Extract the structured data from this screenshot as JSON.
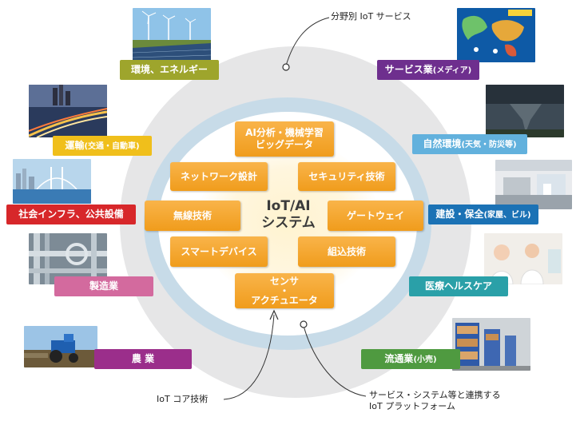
{
  "center": {
    "line1": "IoT/AI",
    "line2": "システム"
  },
  "core_tech": {
    "ai": [
      "AI分析・機械学習",
      "ビッグデータ"
    ],
    "network": "ネットワーク設計",
    "security": "セキュリティ技術",
    "wireless": "無線技術",
    "gateway": "ゲートウェイ",
    "smart_device": "スマートデバイス",
    "embedded": "組込技術",
    "sensor": [
      "センサ",
      "・",
      "アクチュエータ"
    ]
  },
  "sectors": {
    "energy": {
      "label": "環境、エネルギー",
      "color": "#9ea52c"
    },
    "transport": {
      "label": "運輸",
      "sub": "(交通・自動車)",
      "color": "#f0bf1b"
    },
    "infra": {
      "label": "社会インフラ、公共設備",
      "color": "#d7272a"
    },
    "manufacturing": {
      "label": "製造業",
      "color": "#d36a9e"
    },
    "agriculture": {
      "label": "農 業",
      "color": "#9b2e8b"
    },
    "media": {
      "label": "サービス業",
      "sub": "(メディア)",
      "color": "#6e2f8e"
    },
    "nature": {
      "label": "自然環境",
      "sub": "(天気・防災等)",
      "color": "#62b1dd"
    },
    "construction": {
      "label": "建設・保全",
      "sub": "(家屋、ビル)",
      "color": "#1b72b5"
    },
    "healthcare": {
      "label": "医療ヘルスケア",
      "color": "#2aa0a8"
    },
    "distribution": {
      "label": "流通業",
      "sub": "(小売)",
      "color": "#4f9a40"
    }
  },
  "callouts": {
    "iot_services": "分野別 IoT サービス",
    "iot_core": "IoT コア技術",
    "platform": [
      "サービス・システム等と連携する",
      "IoT プラットフォーム"
    ]
  },
  "icons": {
    "energy": "wind-turbines-and-solar-panels-photo",
    "transport": "highway-light-trails-photo",
    "infra": "bridge-cityscape-photo",
    "manufacturing": "industrial-pipes-photo",
    "agriculture": "tractor-field-photo",
    "media": "weather-map-screen-photo",
    "nature": "tornado-sky-photo",
    "construction": "kitchen-interior-photo",
    "healthcare": "medical-staff-photo",
    "distribution": "warehouse-shelves-photo"
  }
}
